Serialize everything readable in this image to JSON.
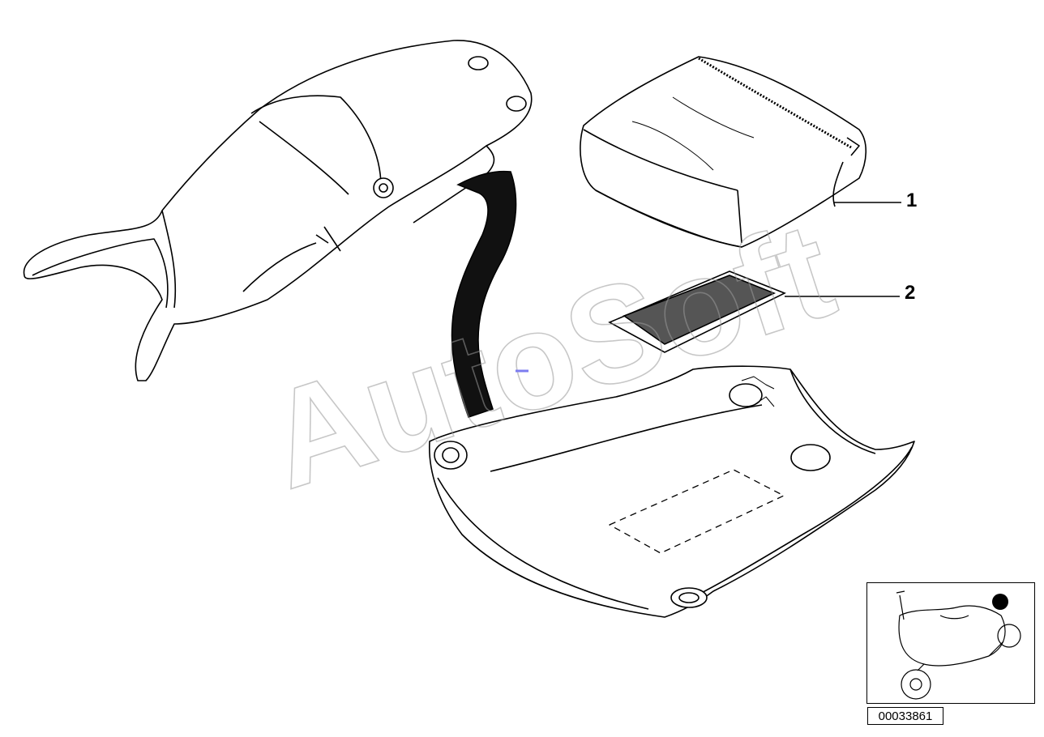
{
  "callouts": {
    "item_1": "1",
    "item_2": "2"
  },
  "reference_number": "00033861",
  "watermark": "AutoSoft",
  "colors": {
    "line": "#000000",
    "watermark_stroke": "#9a9a9a",
    "marker": "#000000"
  }
}
